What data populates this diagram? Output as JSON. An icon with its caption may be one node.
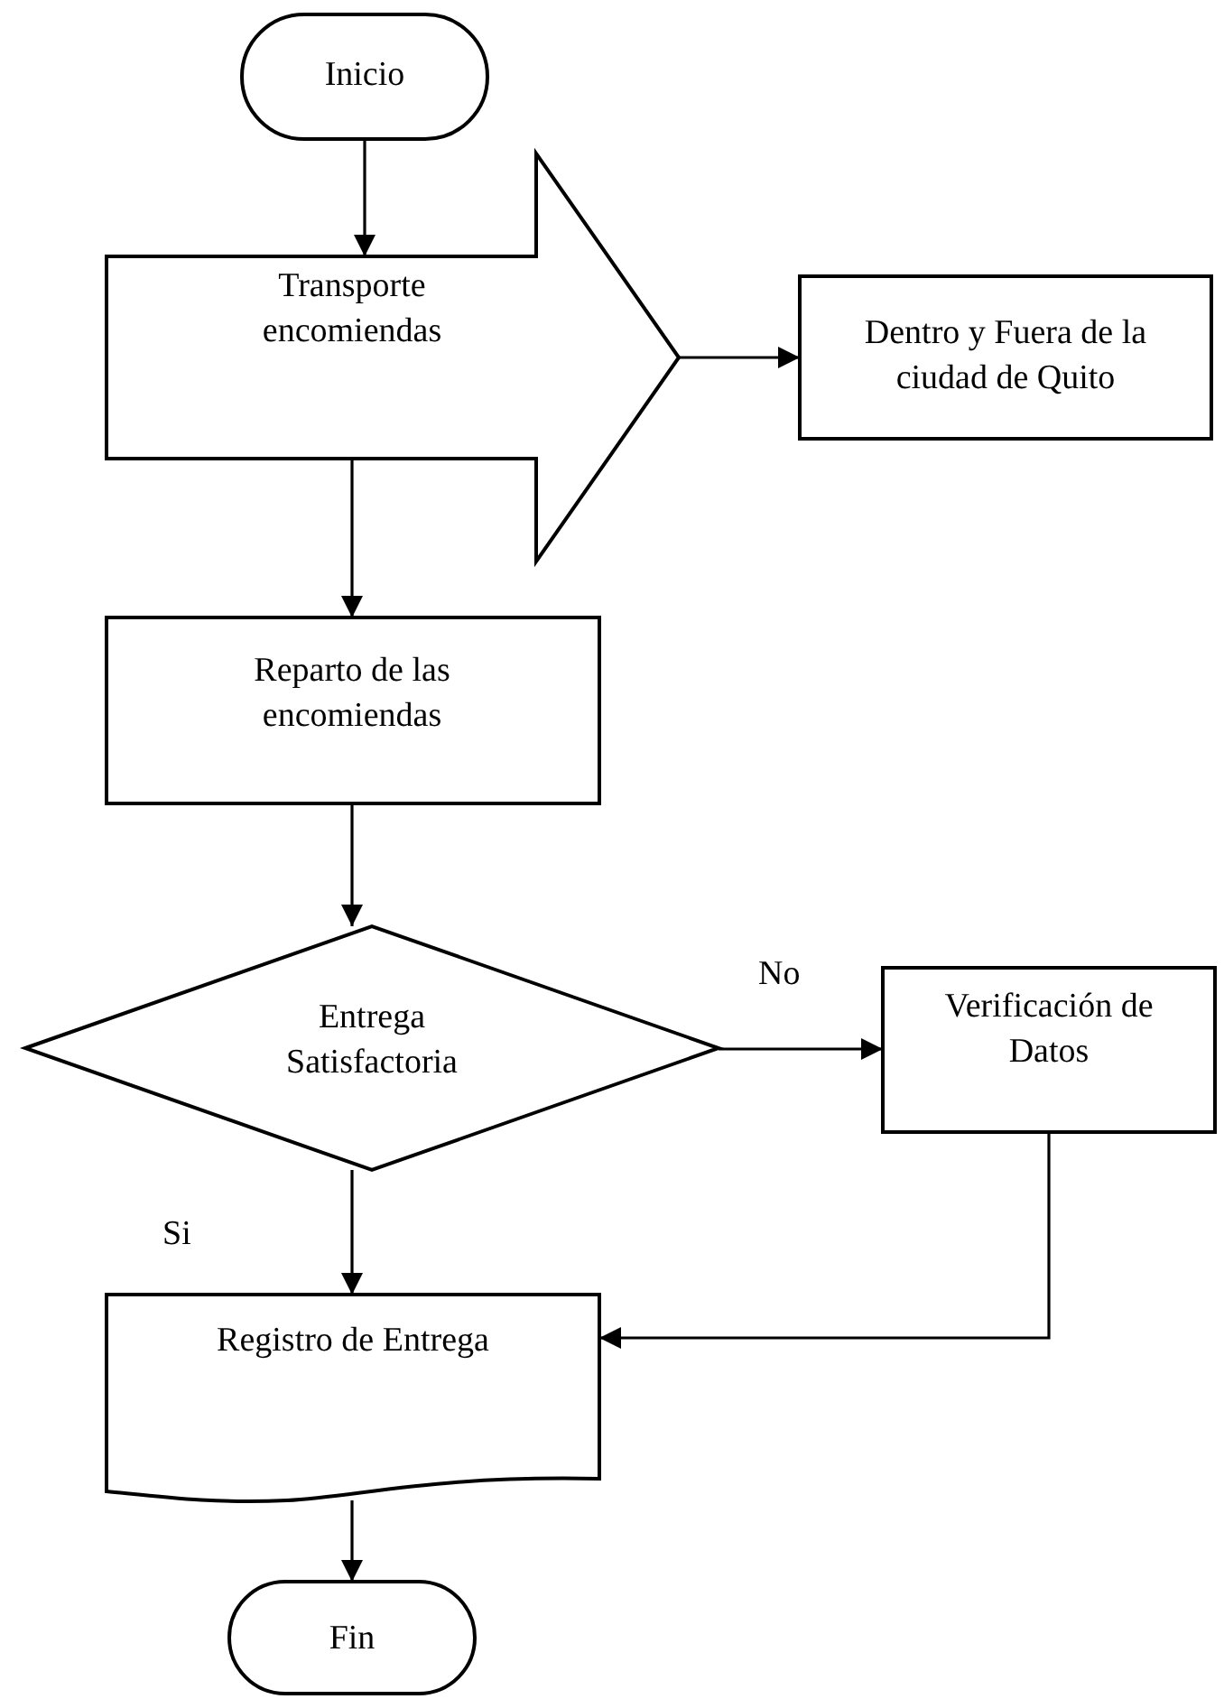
{
  "diagram": {
    "nodes": [
      {
        "text": [
          "Inicio"
        ]
      },
      {
        "text": [
          "Transporte encomiendas"
        ]
      },
      {
        "text": [
          "Dentro y Fuera de la ciudad de Quito"
        ]
      },
      {
        "text": [
          "Reparto de las encomiendas"
        ]
      },
      {
        "text": [
          "Entrega Satisfactoria"
        ]
      },
      {
        "text": [
          "Verificación de Datos"
        ]
      },
      {
        "text": [
          "Registro de Entrega"
        ]
      },
      {
        "text": [
          "Fin"
        ]
      }
    ],
    "edges": [
      {
        "from": 0,
        "to": 1,
        "arrow": "to"
      },
      {
        "from": 1,
        "to": 2,
        "arrow": "to"
      },
      {
        "from": 1,
        "to": 3,
        "arrow": "to"
      },
      {
        "from": 3,
        "to": 4,
        "arrow": "to"
      },
      {
        "from": 4,
        "to": 5,
        "arrow": "to",
        "label": "No"
      },
      {
        "from": 4,
        "to": 6,
        "arrow": "to",
        "label": "Si"
      },
      {
        "from": 5,
        "to": 6,
        "arrow": "to"
      },
      {
        "from": 6,
        "to": 7,
        "arrow": "to"
      }
    ]
  }
}
